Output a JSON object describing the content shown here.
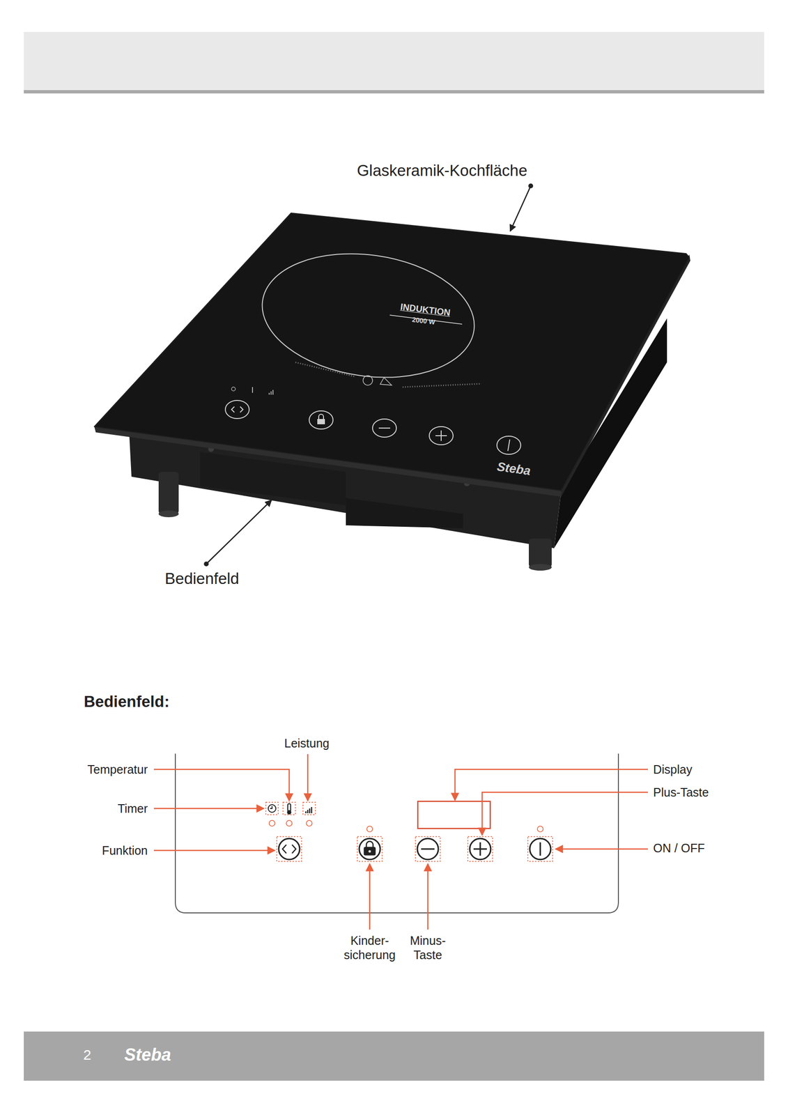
{
  "diagram": {
    "title": "Bedienfeld:",
    "labels": [
      "Glaskeramik-Kochfläche",
      "INDUKTION",
      "2000 W",
      "Steba",
      "Bedienfeld",
      "Leistung",
      "Temperatur",
      "Timer",
      "Funktion",
      "Display",
      "Plus-Taste",
      "ON / OFF",
      "Kinder- sicherung",
      "Minus- Taste",
      "2",
      "Steba"
    ]
  }
}
